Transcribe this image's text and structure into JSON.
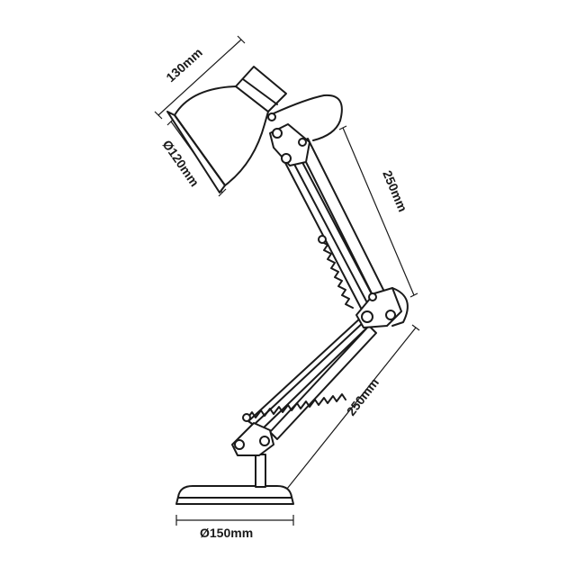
{
  "diagram": {
    "subject": "desk-lamp",
    "line_color": "#1a1a1a",
    "background": "#ffffff",
    "dimensions": {
      "shade_length": "130mm",
      "shade_diameter": "Ø120mm",
      "upper_arm": "250mm",
      "lower_arm": "250mm",
      "base_diameter": "Ø150mm"
    }
  }
}
